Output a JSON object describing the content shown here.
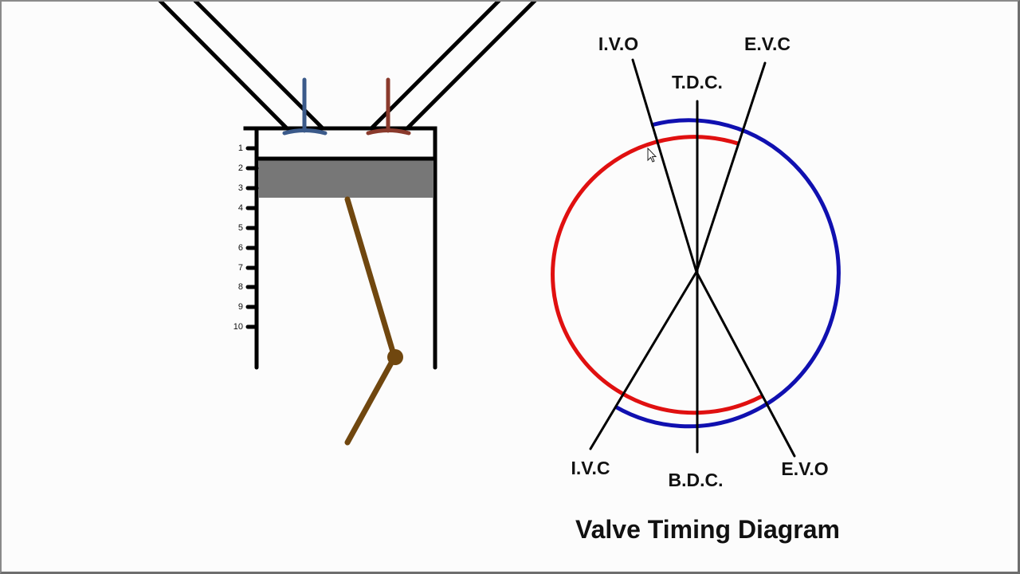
{
  "engine": {
    "cylinder_scale": {
      "ticks": [
        "1",
        "2",
        "3",
        "4",
        "5",
        "6",
        "7",
        "8",
        "9",
        "10"
      ]
    },
    "colors": {
      "intake_valve": "#3b5a8a",
      "exhaust_valve": "#8a3a2c",
      "piston": "#777777",
      "connecting_rod": "#70470f",
      "outline": "#000000"
    }
  },
  "timing_diagram": {
    "title": "Valve Timing Diagram",
    "labels": {
      "ivo": "I.V.O",
      "evc": "E.V.C",
      "tdc": "T.D.C.",
      "ivc": "I.V.C",
      "bdc": "B.D.C.",
      "evo": "E.V.O"
    },
    "colors": {
      "intake_arc": "#e01010",
      "exhaust_arc": "#1010b0",
      "lines": "#000000"
    }
  }
}
